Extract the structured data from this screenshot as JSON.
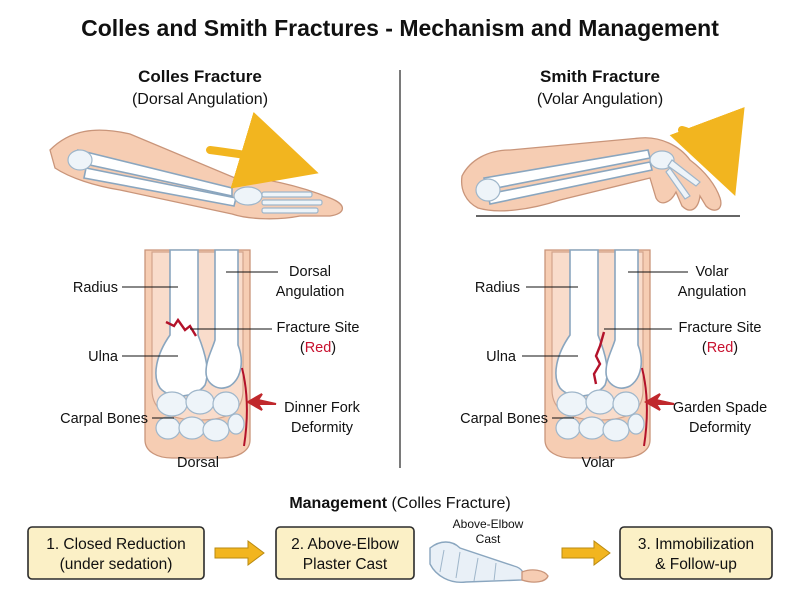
{
  "title": "Colles and Smith Fractures - Mechanism and Management",
  "colles": {
    "heading": "Colles Fracture",
    "subheading": "(Dorsal Angulation)",
    "labels": {
      "radius": "Radius",
      "ulna": "Ulna",
      "carpal": "Carpal Bones",
      "angulation_l1": "Dorsal",
      "angulation_l2": "Angulation",
      "fracture_l1": "Fracture Site",
      "fracture_open": "(",
      "fracture_red": "Red",
      "fracture_close": ")",
      "deformity_l1": "Dinner Fork",
      "deformity_l2": "Deformity",
      "side": "Dorsal"
    }
  },
  "smith": {
    "heading": "Smith Fracture",
    "subheading": "(Volar Angulation)",
    "labels": {
      "radius": "Radius",
      "ulna": "Ulna",
      "carpal": "Carpal Bones",
      "angulation_l1": "Volar",
      "angulation_l2": "Angulation",
      "fracture_l1": "Fracture Site",
      "fracture_open": "(",
      "fracture_red": "Red",
      "fracture_close": ")",
      "deformity_l1": "Garden Spade",
      "deformity_l2": "Deformity",
      "side": "Volar"
    }
  },
  "management": {
    "heading_bold": "Management",
    "heading_rest": " (Colles Fracture)",
    "steps": [
      {
        "line1": "1. Closed Reduction",
        "line2": "(under sedation)"
      },
      {
        "line1": "2. Above-Elbow",
        "line2": "Plaster Cast"
      },
      {
        "line1": "3. Immobilization",
        "line2": "& Follow-up"
      }
    ],
    "cast_label_l1": "Above-Elbow",
    "cast_label_l2": "Cast"
  },
  "colors": {
    "arrow_yellow": "#f2b51f",
    "fracture_red": "#c8102e",
    "step_box": "#fbf0c6",
    "skin": "#f6cdb3",
    "deformity_arrow": "#c0282c"
  }
}
